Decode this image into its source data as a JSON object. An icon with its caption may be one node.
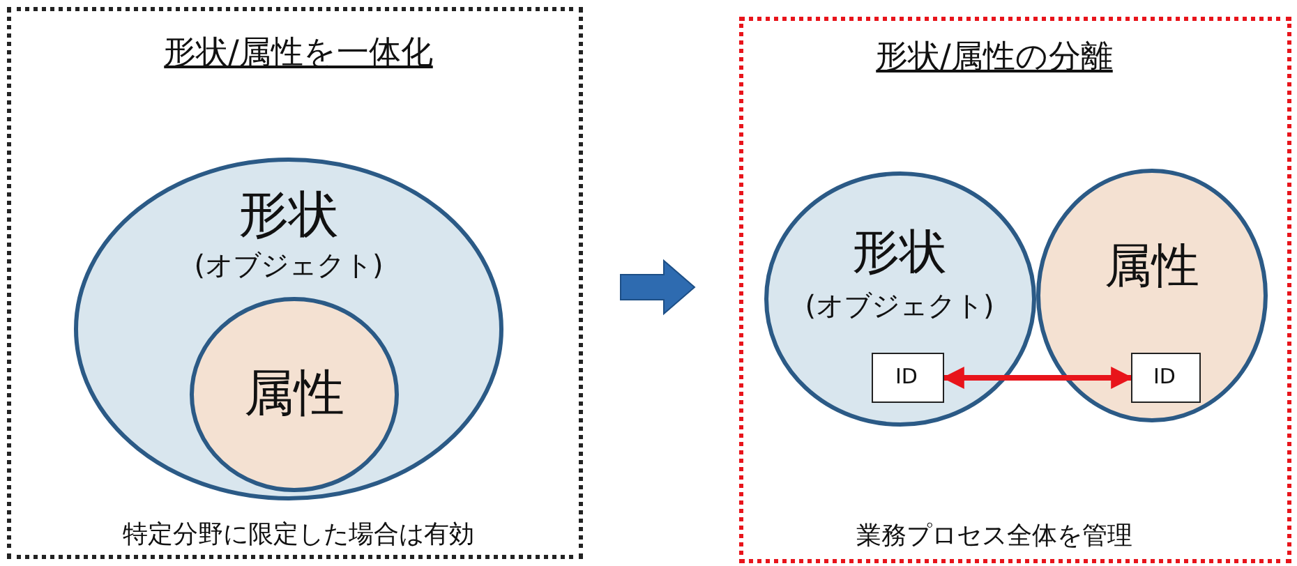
{
  "diagram": {
    "nodes": [
      {
        "text": [
          "形状/属性を一体化",
          "特定分野に限定した場合は有効"
        ]
      },
      {
        "text": [
          "形状",
          "(オブジェクト)"
        ],
        "in": 0
      },
      {
        "text": [
          "属性"
        ],
        "in": 1
      },
      {
        "text": [
          "形状/属性の分離",
          "業務プロセス全体を管理"
        ]
      },
      {
        "text": [
          "形状",
          "(オブジェクト)"
        ],
        "in": 3
      },
      {
        "text": [
          "ID"
        ],
        "in": 4
      },
      {
        "text": [
          "属性"
        ],
        "in": 3
      },
      {
        "text": [
          "ID"
        ],
        "in": 6
      }
    ],
    "edges": [
      {
        "from": 0,
        "to": 3,
        "arrow": "to",
        "style": "thick",
        "color": "#2e6bb0"
      },
      {
        "from": 5,
        "to": 7,
        "arrow": "both",
        "color": "#e8141b"
      }
    ]
  }
}
